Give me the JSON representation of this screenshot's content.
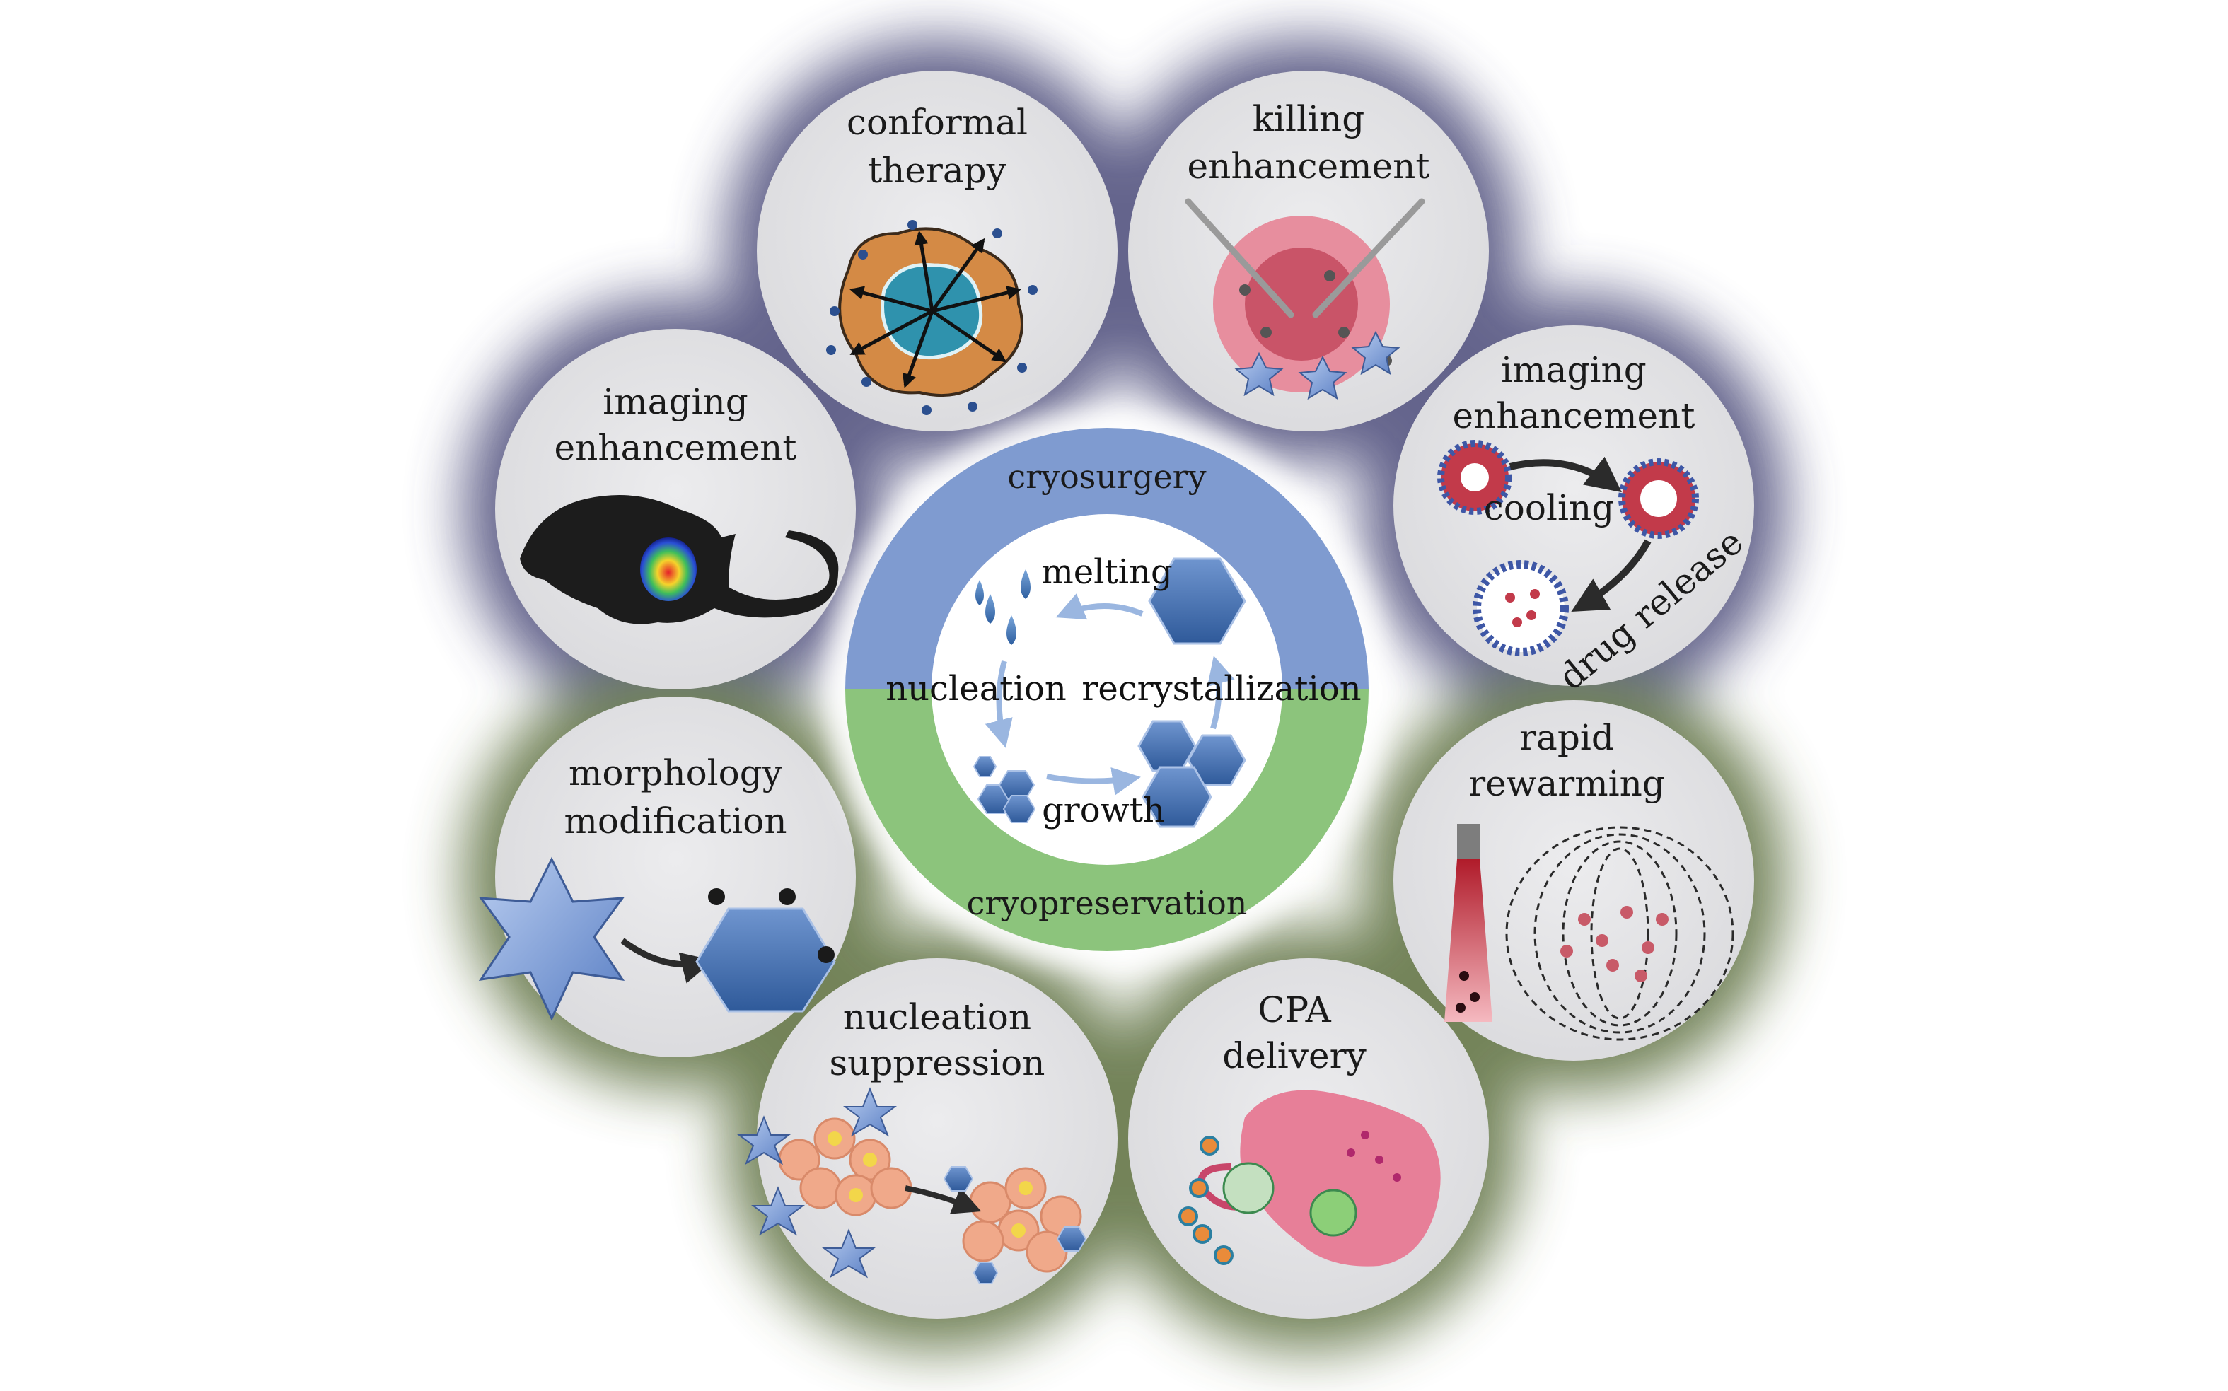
{
  "center": {
    "top_label": "cryosurgery",
    "bottom_label": "cryopreservation",
    "cycle": {
      "melting": "melting",
      "nucleation": "nucleation",
      "recrystallization": "recrystallization",
      "growth": "growth"
    }
  },
  "petals": {
    "conformal_therapy": [
      "conformal",
      "therapy"
    ],
    "killing_enhancement": [
      "killing",
      "enhancement"
    ],
    "imaging_enhancement_left": [
      "imaging",
      "enhancement"
    ],
    "imaging_enhancement_right": [
      "imaging",
      "enhancement"
    ],
    "imaging_right_cooling": "cooling",
    "imaging_right_drug_release": "drug release",
    "morphology_modification": [
      "morphology",
      "modification"
    ],
    "rapid_rewarming": [
      "rapid",
      "rewarming"
    ],
    "nucleation_suppression": [
      "nucleation",
      "suppression"
    ],
    "cpa_delivery": [
      "CPA",
      "delivery"
    ]
  },
  "colors": {
    "cryosurgery_band": "#7f9bd0",
    "cryopreservation_band": "#8cc47c",
    "petal_fill": "#e3e3e5",
    "halo_top": "#4a4a78",
    "halo_bottom": "#5b6e3e"
  }
}
